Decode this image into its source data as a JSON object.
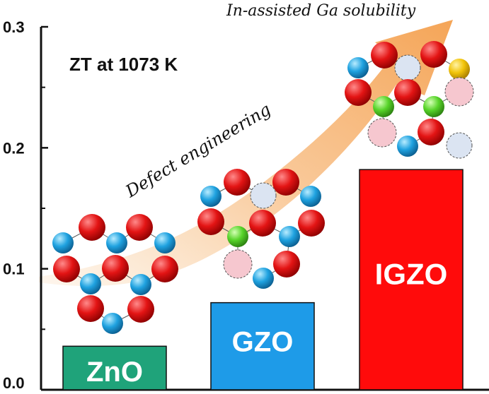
{
  "chart_data": {
    "type": "bar",
    "title": "ZT at 1073 K",
    "categories": [
      "ZnO",
      "GZO",
      "IGZO"
    ],
    "values": [
      0.036,
      0.072,
      0.182
    ],
    "ylim": [
      0.0,
      0.3
    ],
    "yticks": [
      "0.0",
      "0.1",
      "0.2",
      "0.3"
    ],
    "colors": [
      "#1fa37a",
      "#1e9be8",
      "#ff0b0b"
    ],
    "grid": false,
    "annotations": [
      "Defect engineering",
      "In-assisted Ga solubility"
    ]
  }
}
